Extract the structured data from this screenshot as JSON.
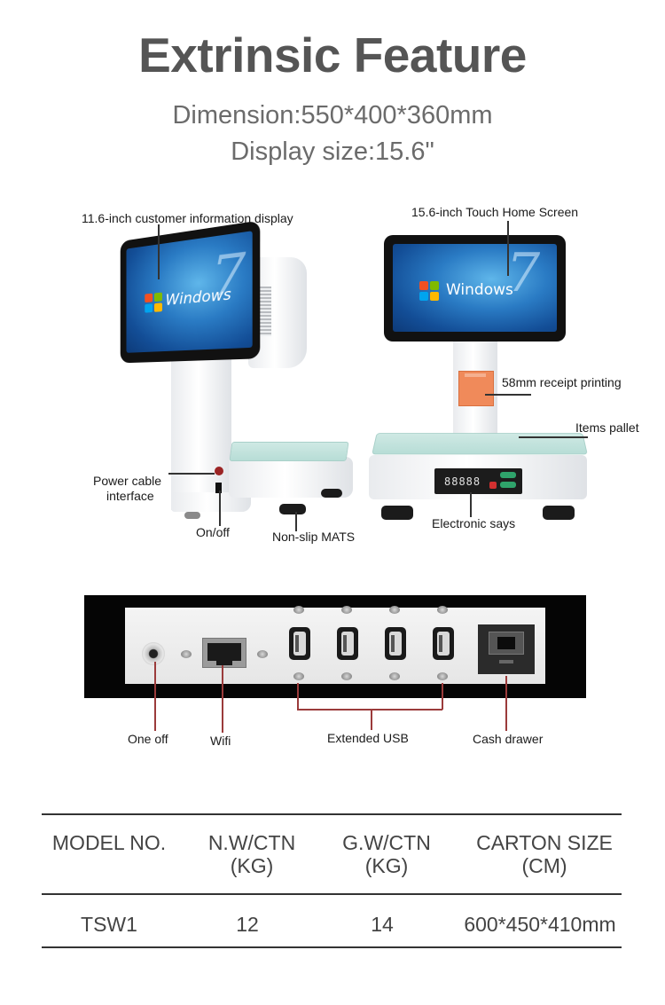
{
  "header": {
    "title": "Extrinsic Feature",
    "dimension": "Dimension:550*400*360mm",
    "display_size": "Display size:15.6\""
  },
  "left_product": {
    "screen_text": "Windows",
    "callouts": {
      "customer_display": "11.6-inch customer information display",
      "power_cable_line1": "Power cable",
      "power_cable_line2": "interface",
      "on_off": "On/off",
      "non_slip": "Non-slip MATS"
    }
  },
  "right_product": {
    "screen_text": "Windows",
    "scale_readout": "88888",
    "callouts": {
      "home_screen": "15.6-inch Touch Home Screen",
      "receipt": "58mm receipt printing",
      "pallet": "Items pallet",
      "electronic": "Electronic says"
    }
  },
  "ports_panel": {
    "labels": {
      "one_off": "One off",
      "wifi": "Wifi",
      "usb": "Extended USB",
      "cash_drawer": "Cash drawer"
    },
    "usb_count": 4,
    "lead_color": "#9b3b3b"
  },
  "spec_table": {
    "headers": [
      {
        "line1": "MODEL NO.",
        "line2": ""
      },
      {
        "line1": "N.W/CTN",
        "line2": "(KG)"
      },
      {
        "line1": "G.W/CTN",
        "line2": "(KG)"
      },
      {
        "line1": "CARTON SIZE",
        "line2": "(CM)"
      }
    ],
    "rows": [
      [
        "TSW1",
        "12",
        "14",
        "600*450*410mm"
      ]
    ]
  }
}
